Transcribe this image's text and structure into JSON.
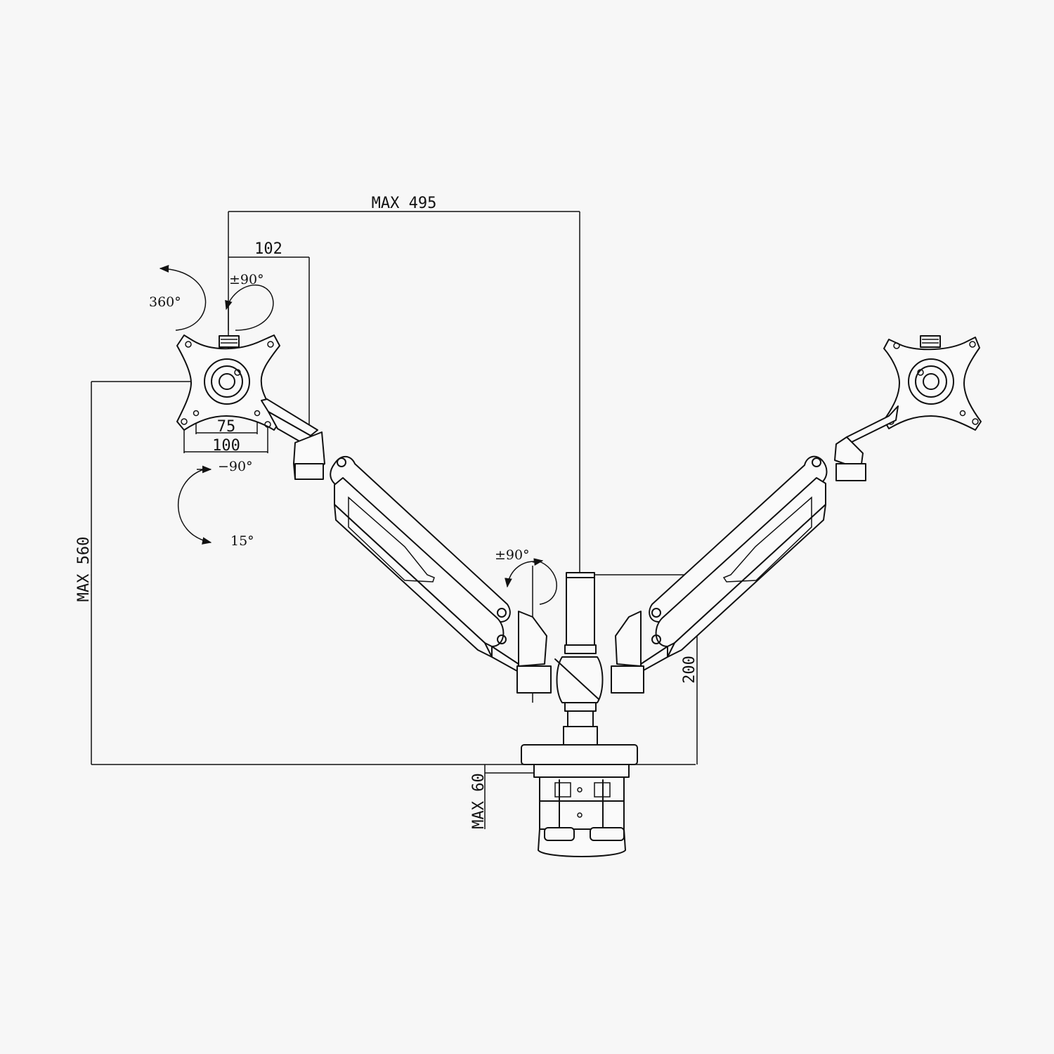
{
  "dimensions": {
    "max_reach": "MAX 495",
    "vesa_offset": "102",
    "max_height": "MAX 560",
    "pole_height": "200",
    "max_desk": "MAX 60",
    "vesa_small": "75",
    "vesa_large": "100"
  },
  "rotations": {
    "swivel": "360°",
    "rotate": "±90°",
    "tilt_up": "−90°",
    "tilt_down": "15°",
    "joint_swivel": "±90°"
  },
  "colors": {
    "line": "#111111",
    "background": "#f7f7f7"
  }
}
